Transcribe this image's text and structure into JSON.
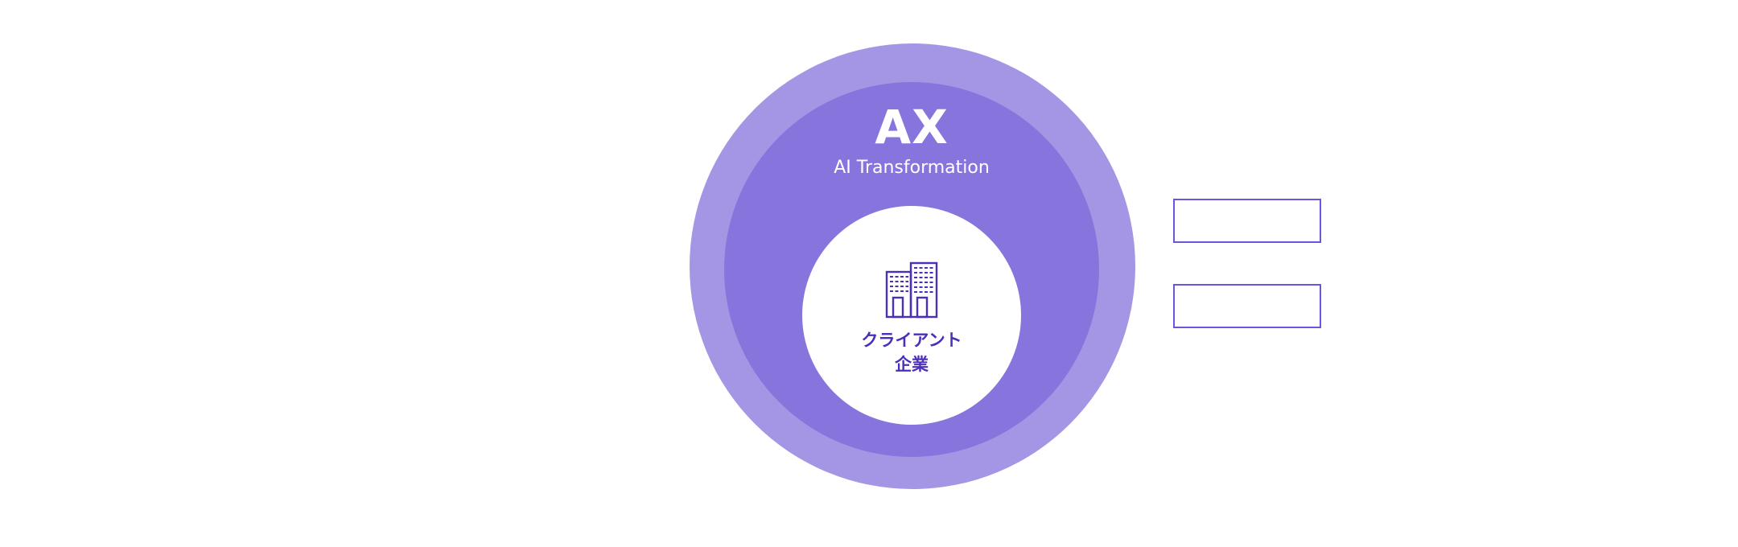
{
  "diagram": {
    "outer_title": "AX",
    "outer_subtitle": "AI Transformation",
    "center_label_line1": "クライアント",
    "center_label_line2": "企業",
    "center_icon": "office-building-icon",
    "boxes": [
      "",
      ""
    ]
  },
  "colors": {
    "outer_ring": "#a596e5",
    "middle_circle": "#8874dd",
    "inner_circle": "#ffffff",
    "label_text": "#4b2fb8",
    "box_border": "#6a55dc"
  }
}
